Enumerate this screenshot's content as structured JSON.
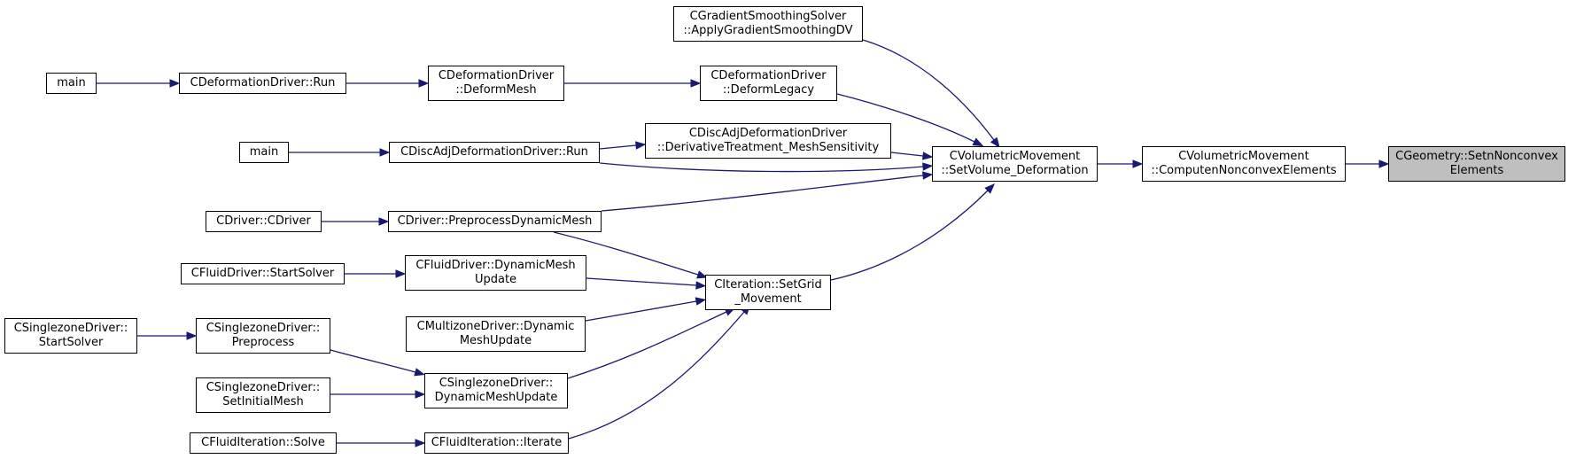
{
  "graph": {
    "kind": "doxygen-caller-graph",
    "colors": {
      "edge": "#191970",
      "focus_fill": "#bfbfbf",
      "node_border": "#000000"
    },
    "nodes": [
      {
        "id": "n_target",
        "text": "CGeometry::SetnNonconvex\nElements",
        "highlight": true
      },
      {
        "id": "n_compute",
        "text": "CVolumetricMovement\n::ComputenNonconvexElements"
      },
      {
        "id": "n_setvol",
        "text": "CVolumetricMovement\n::SetVolume_Deformation"
      },
      {
        "id": "n_gradsmooth",
        "text": "CGradientSmoothingSolver\n::ApplyGradientSmoothingDV"
      },
      {
        "id": "n_deflegacy",
        "text": "CDeformationDriver\n::DeformLegacy"
      },
      {
        "id": "n_derivtreat",
        "text": "CDiscAdjDeformationDriver\n::DerivativeTreatment_MeshSensitivity"
      },
      {
        "id": "n_defmesh",
        "text": "CDeformationDriver\n::DeformMesh"
      },
      {
        "id": "n_defrun",
        "text": "CDeformationDriver::Run"
      },
      {
        "id": "n_main1",
        "text": "main"
      },
      {
        "id": "n_discrun",
        "text": "CDiscAdjDeformationDriver::Run"
      },
      {
        "id": "n_main2",
        "text": "main"
      },
      {
        "id": "n_preproc_dyn",
        "text": "CDriver::PreprocessDynamicMesh"
      },
      {
        "id": "n_cdriver",
        "text": "CDriver::CDriver"
      },
      {
        "id": "n_setgrid",
        "text": "CIteration::SetGrid\n_Movement"
      },
      {
        "id": "n_fluid_dmu",
        "text": "CFluidDriver::DynamicMesh\nUpdate"
      },
      {
        "id": "n_fluid_start",
        "text": "CFluidDriver::StartSolver"
      },
      {
        "id": "n_multi_dmu",
        "text": "CMultizoneDriver::Dynamic\nMeshUpdate"
      },
      {
        "id": "n_single_dmu",
        "text": "CSinglezoneDriver::\nDynamicMeshUpdate"
      },
      {
        "id": "n_single_pre",
        "text": "CSinglezoneDriver::\nPreprocess"
      },
      {
        "id": "n_single_start",
        "text": "CSinglezoneDriver::\nStartSolver"
      },
      {
        "id": "n_single_init",
        "text": "CSinglezoneDriver::\nSetInitialMesh"
      },
      {
        "id": "n_fit_iterate",
        "text": "CFluidIteration::Iterate"
      },
      {
        "id": "n_fit_solve",
        "text": "CFluidIteration::Solve"
      }
    ],
    "edges": [
      {
        "from": "n_compute",
        "to": "n_target"
      },
      {
        "from": "n_setvol",
        "to": "n_compute"
      },
      {
        "from": "n_gradsmooth",
        "to": "n_setvol"
      },
      {
        "from": "n_deflegacy",
        "to": "n_setvol"
      },
      {
        "from": "n_derivtreat",
        "to": "n_setvol"
      },
      {
        "from": "n_discrun",
        "to": "n_setvol"
      },
      {
        "from": "n_preproc_dyn",
        "to": "n_setvol"
      },
      {
        "from": "n_setgrid",
        "to": "n_setvol"
      },
      {
        "from": "n_defmesh",
        "to": "n_deflegacy"
      },
      {
        "from": "n_defrun",
        "to": "n_defmesh"
      },
      {
        "from": "n_main1",
        "to": "n_defrun"
      },
      {
        "from": "n_discrun",
        "to": "n_derivtreat"
      },
      {
        "from": "n_main2",
        "to": "n_discrun"
      },
      {
        "from": "n_cdriver",
        "to": "n_preproc_dyn"
      },
      {
        "from": "n_preproc_dyn",
        "to": "n_setgrid"
      },
      {
        "from": "n_fluid_dmu",
        "to": "n_setgrid"
      },
      {
        "from": "n_multi_dmu",
        "to": "n_setgrid"
      },
      {
        "from": "n_single_dmu",
        "to": "n_setgrid"
      },
      {
        "from": "n_fit_iterate",
        "to": "n_setgrid"
      },
      {
        "from": "n_fluid_start",
        "to": "n_fluid_dmu"
      },
      {
        "from": "n_single_pre",
        "to": "n_single_dmu"
      },
      {
        "from": "n_single_init",
        "to": "n_single_dmu"
      },
      {
        "from": "n_single_start",
        "to": "n_single_pre"
      },
      {
        "from": "n_fit_solve",
        "to": "n_fit_iterate"
      }
    ]
  }
}
